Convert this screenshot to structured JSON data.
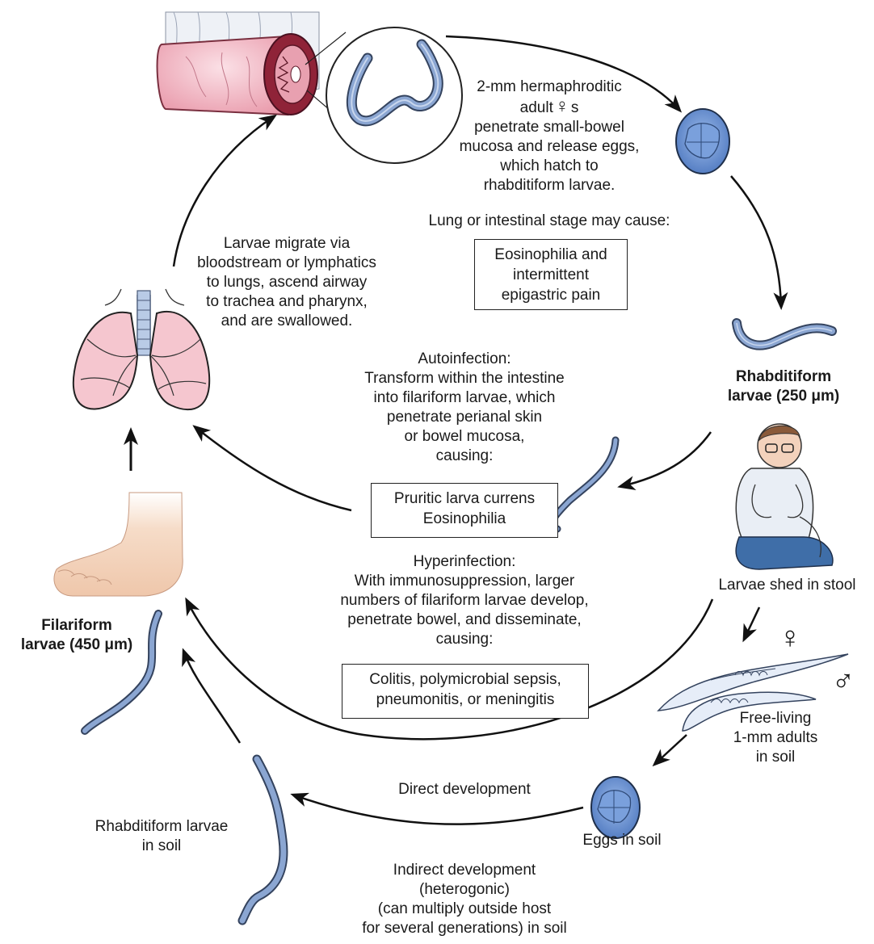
{
  "stage_adults": {
    "lines": [
      "2-mm hermaphroditic",
      "adult",
      "penetrate small-bowel",
      "mucosa and release eggs,",
      "which hatch to",
      "rhabditiform larvae."
    ],
    "female_symbol": "♀",
    "plural_suffix": "s"
  },
  "lung_intestinal_caption": "Lung or intestinal stage may cause:",
  "lung_intestinal_box": [
    "Eosinophilia and",
    "intermittent",
    "epigastric pain"
  ],
  "migration_text": [
    "Larvae migrate via",
    "bloodstream or lymphatics",
    "to lungs, ascend airway",
    "to trachea and pharynx,",
    "and are swallowed."
  ],
  "rhabditiform_label": [
    "Rhabditiform",
    "larvae (250 μm)"
  ],
  "autoinfection_text": [
    "Autoinfection:",
    "Transform within the intestine",
    "into filariform larvae, which",
    "penetrate perianal skin",
    "or bowel mucosa,",
    "causing:"
  ],
  "autoinfection_box": [
    "Pruritic larva currens",
    "Eosinophilia"
  ],
  "hyperinfection_text": [
    "Hyperinfection:",
    "With immunosuppression, larger",
    "numbers of filariform larvae develop,",
    "penetrate bowel, and disseminate,",
    "causing:"
  ],
  "hyperinfection_box": [
    "Colitis, polymicrobial sepsis,",
    "pneumonitis, or meningitis"
  ],
  "shed_label": "Larvae shed in stool",
  "free_living_label": [
    "Free-living",
    "1-mm adults",
    "in soil"
  ],
  "female_symbol": "♀",
  "male_symbol": "♂",
  "filariform_label": [
    "Filariform",
    "larvae (450 μm)"
  ],
  "direct_development": "Direct development",
  "eggs_soil": "Eggs in soil",
  "rhabditiform_soil": [
    "Rhabditiform larvae",
    "in soil"
  ],
  "indirect_development": [
    "Indirect development",
    "(heterogonic)",
    "(can multiply outside host",
    "for several generations) in soil"
  ],
  "colors": {
    "intestine": "#f2b9c4",
    "lung": "#f5c6cf",
    "larva": "#7f9cc9",
    "egg": "#6f97d6",
    "skin": "#f3d2bc",
    "shirt": "#e9eef5",
    "pants": "#3f6ea8"
  }
}
